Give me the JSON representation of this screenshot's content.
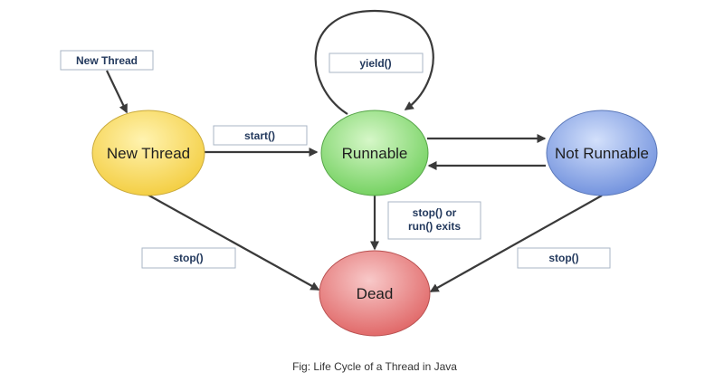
{
  "diagram": {
    "nodes": {
      "new_thread": {
        "label": "New Thread",
        "color": "#f7d553"
      },
      "runnable": {
        "label": "Runnable",
        "color": "#7fd66e"
      },
      "not_runnable": {
        "label": "Not Runnable",
        "color": "#7c9be0"
      },
      "dead": {
        "label": "Dead",
        "color": "#e67070"
      }
    },
    "labels": {
      "entry": "New Thread",
      "yield": "yield()",
      "start": "start()",
      "stop_run_1": "stop() or",
      "stop_run_2": "run() exits",
      "stop_left": "stop()",
      "stop_right": "stop()"
    },
    "caption": "Fig: Life Cycle of a Thread in Java"
  }
}
